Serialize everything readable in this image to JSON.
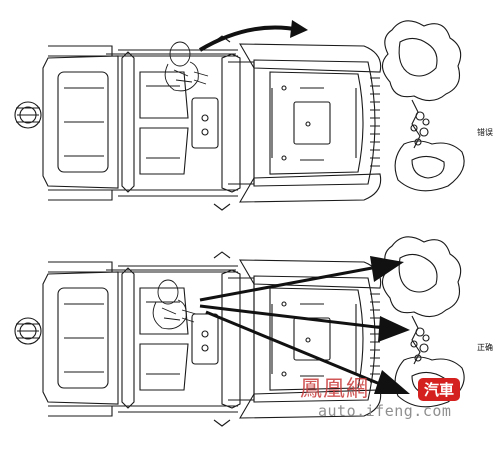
{
  "labels": {
    "wrong": "错误",
    "right": "正确"
  },
  "watermark": {
    "site_name": "鳳凰網",
    "badge": "汽車",
    "url": "auto.ifeng.com"
  },
  "colors": {
    "line": "#1a1a1a",
    "watermark_red": "#d52020",
    "watermark_gray": "#8a8a8a"
  }
}
